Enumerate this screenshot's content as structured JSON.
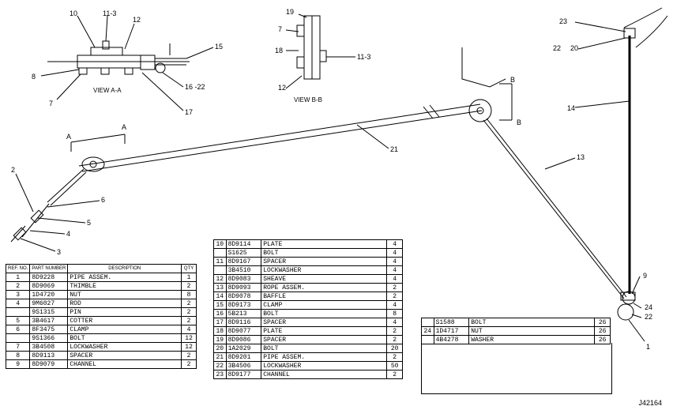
{
  "callouts": {
    "c1": "1",
    "c2": "2",
    "c3": "3",
    "c4": "4",
    "c5": "5",
    "c6": "6",
    "c7": "7",
    "c8": "8",
    "c9": "9",
    "c10": "10",
    "c11_3": "11-3",
    "c12": "12",
    "c13": "13",
    "c14": "14",
    "c15": "15",
    "c16_22": "16 -22",
    "c17": "17",
    "c18": "18",
    "c19": "19",
    "c20": "20",
    "c21": "21",
    "c22": "22",
    "c23": "23",
    "c24": "24",
    "a": "A",
    "b": "B"
  },
  "views": {
    "view_aa": "VIEW A-A",
    "view_bb": "VIEW B-B"
  },
  "table_headers": {
    "ref": "REF. NO.",
    "part": "PART NUMBER",
    "desc": "DESCRIPTION",
    "qty": "QTY"
  },
  "table1": [
    {
      "ref": "1",
      "part": "8D9228",
      "desc": "PIPE ASSEM.",
      "qty": "1"
    },
    {
      "ref": "2",
      "part": "8D9069",
      "desc": "THIMBLE",
      "qty": "2"
    },
    {
      "ref": "3",
      "part": "1D4720",
      "desc": "NUT",
      "qty": "8"
    },
    {
      "ref": "4",
      "part": "9M6027",
      "desc": "ROD",
      "qty": "2"
    },
    {
      "ref": "",
      "part": "9S1315",
      "desc": "PIN",
      "qty": "2"
    },
    {
      "ref": "5",
      "part": "3B4617",
      "desc": "COTTER",
      "qty": "2"
    },
    {
      "ref": "6",
      "part": "8F3475",
      "desc": "CLAMP",
      "qty": "4"
    },
    {
      "ref": "",
      "part": "9S1366",
      "desc": "BOLT",
      "qty": "12"
    },
    {
      "ref": "7",
      "part": "3B4508",
      "desc": "LOCKWASHER",
      "qty": "12"
    },
    {
      "ref": "8",
      "part": "8D9113",
      "desc": "SPACER",
      "qty": "2"
    },
    {
      "ref": "9",
      "part": "8D9079",
      "desc": "CHANNEL",
      "qty": "2"
    }
  ],
  "table2": [
    {
      "ref": "10",
      "part": "8D9114",
      "desc": "PLATE",
      "qty": "4"
    },
    {
      "ref": "",
      "part": "S1625",
      "desc": "BOLT",
      "qty": "4"
    },
    {
      "ref": "11",
      "part": "8D9167",
      "desc": "SPACER",
      "qty": "4"
    },
    {
      "ref": "",
      "part": "3B4510",
      "desc": "LOCKWASHER",
      "qty": "4"
    },
    {
      "ref": "12",
      "part": "8D9083",
      "desc": "SHEAVE",
      "qty": "4"
    },
    {
      "ref": "13",
      "part": "8D9093",
      "desc": "ROPE ASSEM.",
      "qty": "2"
    },
    {
      "ref": "14",
      "part": "8D9078",
      "desc": "BAFFLE",
      "qty": "2"
    },
    {
      "ref": "15",
      "part": "8D9173",
      "desc": "CLAMP",
      "qty": "4"
    },
    {
      "ref": "16",
      "part": "5B213",
      "desc": "BOLT",
      "qty": "8"
    },
    {
      "ref": "17",
      "part": "8D9116",
      "desc": "SPACER",
      "qty": "4"
    },
    {
      "ref": "18",
      "part": "8D9077",
      "desc": "PLATE",
      "qty": "2"
    },
    {
      "ref": "19",
      "part": "8D9086",
      "desc": "SPACER",
      "qty": "2"
    },
    {
      "ref": "20",
      "part": "1A2029",
      "desc": "BOLT",
      "qty": "20"
    },
    {
      "ref": "21",
      "part": "8D9201",
      "desc": "PIPE ASSEM.",
      "qty": "2"
    },
    {
      "ref": "22",
      "part": "3B4506",
      "desc": "LOCKWASHER",
      "qty": "50"
    },
    {
      "ref": "23",
      "part": "8D9177",
      "desc": "CHANNEL",
      "qty": "2"
    }
  ],
  "table3": [
    {
      "ref": "",
      "part": "S1588",
      "desc": "BOLT",
      "qty": "26"
    },
    {
      "ref": "24",
      "part": "1D4717",
      "desc": "NUT",
      "qty": "26"
    },
    {
      "ref": "",
      "part": "4B4278",
      "desc": "WASHER",
      "qty": "26"
    }
  ],
  "drawing_number": "J42164"
}
